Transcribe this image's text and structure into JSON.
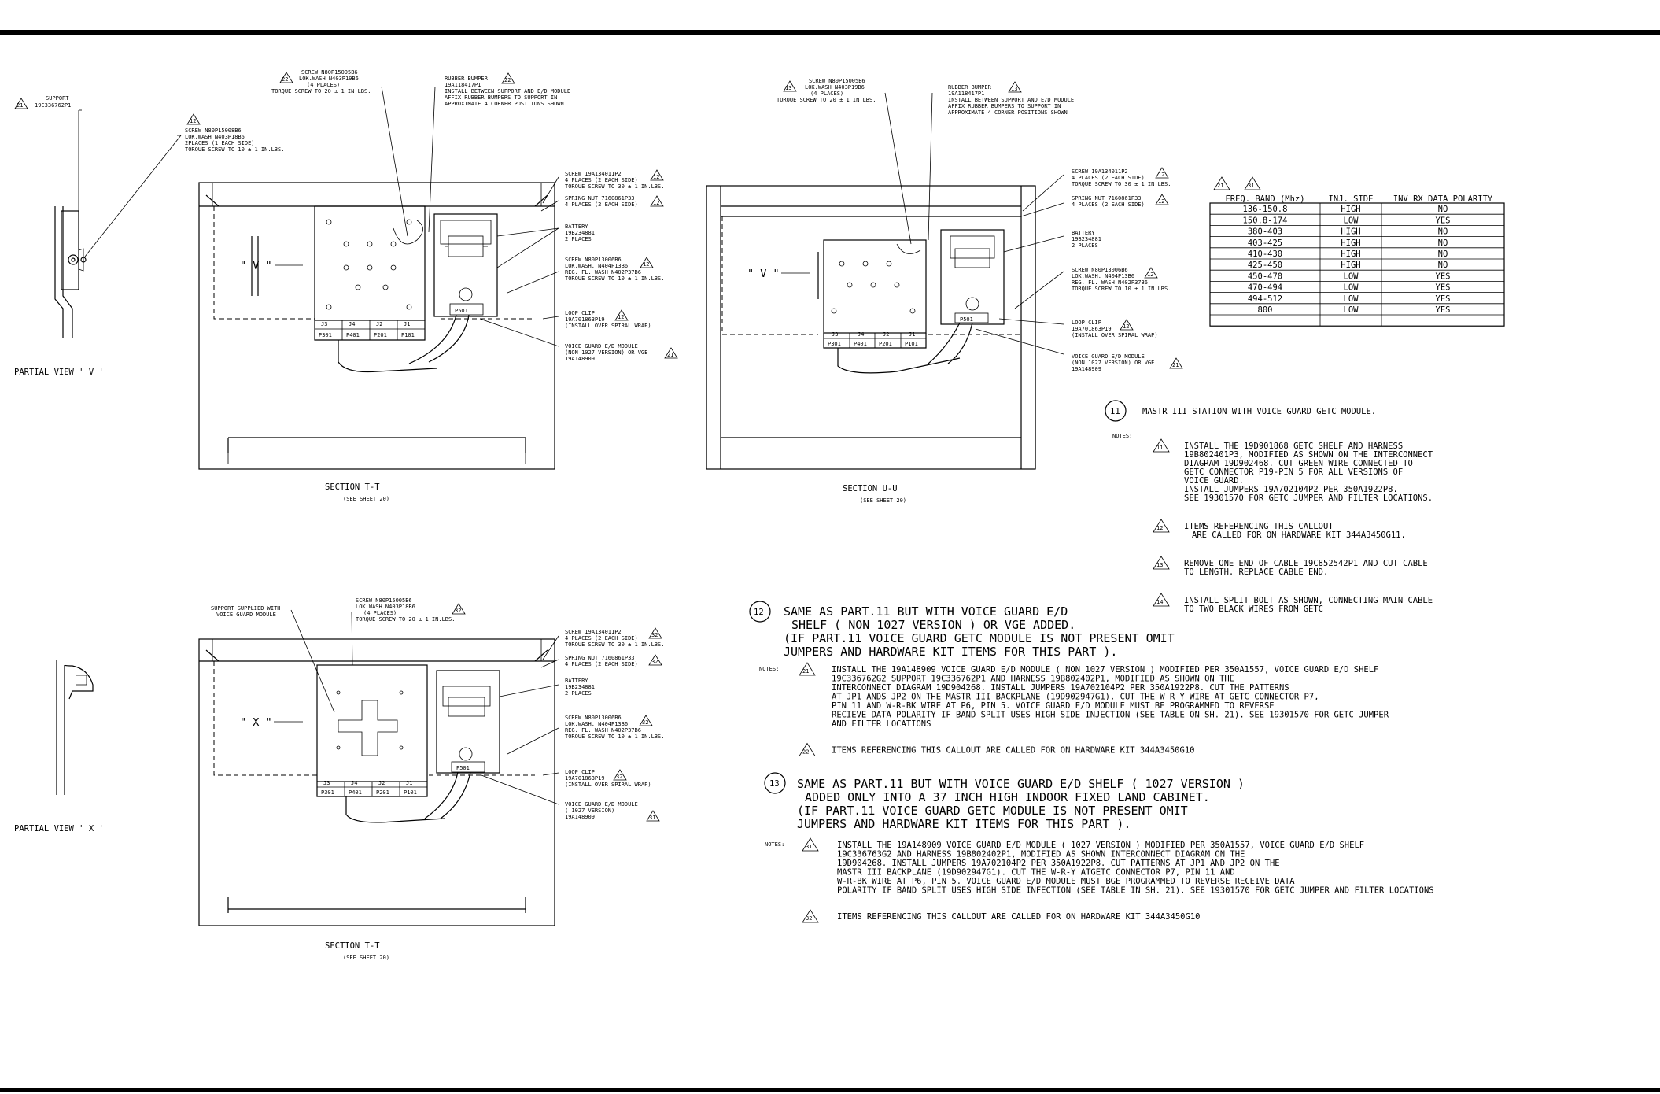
{
  "partial_view_v": {
    "label": "PARTIAL VIEW ' V '",
    "support": [
      "SUPPORT",
      "19C336762P1"
    ],
    "support_tri": "21",
    "screw_tri": "12",
    "screw": [
      "SCREW N80P15008B6",
      "LOK.WASH N403P18B6",
      "2PLACES (1 EACH SIDE)",
      "TORQUE SCREW TO 10 ± 1 IN.LBS."
    ]
  },
  "partial_view_x": {
    "label": "PARTIAL VIEW ' X '"
  },
  "section_tt_top": {
    "title": "SECTION T-T",
    "subtitle": "(SEE SHEET 20)",
    "view_label": "\" V \"",
    "screw_top": [
      "SCREW N80P15005B6",
      "LOK.WASH N403P19B6",
      "(4 PLACES)",
      "TORQUE SCREW TO 20 ± 1 IN.LBS."
    ],
    "screw_top_tri": "22",
    "bumper": [
      "RUBBER BUMPER",
      "19A118417P1",
      "INSTALL BETWEEN SUPPORT AND E/D MODULE",
      "AFFIX RUBBER BUMPERS TO SUPPORT IN",
      "APPROXIMATE 4 CORNER POSITIONS SHOWN"
    ],
    "bumper_tri": "22",
    "right_callouts": [
      {
        "lines": [
          "SCREW 19A134011P2",
          "4 PLACES (2 EACH SIDE)",
          "TORQUE SCREW TO 30 ± 1 IN.LBS."
        ],
        "tri": "12"
      },
      {
        "lines": [
          "SPRING NUT 7160861P33",
          "4 PLACES (2 EACH SIDE)"
        ],
        "tri": "12"
      },
      {
        "lines": [
          "BATTERY",
          "19B234881",
          "2 PLACES"
        ],
        "tri": ""
      },
      {
        "lines": [
          "SCREW N80P13006B6",
          "LOK.WASH. N404P13B6",
          "REG. FL. WASH N402P37B6",
          "TORQUE SCREW TO 10 ± 1 IN.LBS."
        ],
        "tri": "12"
      },
      {
        "lines": [
          "LOOP CLIP",
          "19A701863P19",
          "(INSTALL OVER SPIRAL WRAP)"
        ],
        "tri": "12"
      },
      {
        "lines": [
          "VOICE GUARD E/D MODULE",
          "(NON 1027 VERSION) OR VGE",
          "19A148909"
        ],
        "tri": "21"
      }
    ],
    "connectors": [
      "J3",
      "J4",
      "J2",
      "J1"
    ],
    "plugs": [
      "P301",
      "P401",
      "P201",
      "P101"
    ],
    "p501": "P501"
  },
  "section_uu": {
    "title": "SECTION U-U",
    "subtitle": "(SEE SHEET 20)",
    "view_label": "\" V \"",
    "screw_top": [
      "SCREW N80P15005B6",
      "LOK.WASH N403P19B6",
      "(4 PLACES)",
      "TORQUE SCREW TO 20 ± 1 IN.LBS."
    ],
    "screw_top_tri": "13",
    "bumper": [
      "RUBBER BUMPER",
      "19A118417P1",
      "INSTALL BETWEEN SUPPORT AND E/D MODULE",
      "AFFIX RUBBER BUMPERS TO SUPPORT IN",
      "APPROXIMATE 4 CORNER POSITIONS SHOWN"
    ],
    "bumper_tri": "13",
    "right_callouts": [
      {
        "lines": [
          "SCREW 19A134011P2",
          "4 PLACES (2 EACH SIDE)",
          "TORQUE SCREW TO 30 ± 1 IN.LBS."
        ],
        "tri": "12"
      },
      {
        "lines": [
          "SPRING NUT 7160861P33",
          "4 PLACES (2 EACH SIDE)"
        ],
        "tri": "12"
      },
      {
        "lines": [
          "BATTERY",
          "19B234881",
          "2 PLACES"
        ],
        "tri": ""
      },
      {
        "lines": [
          "SCREW N80P13006B6",
          "LOK.WASH. N404P13B6",
          "REG. FL. WASH N402P37B6",
          "TORQUE SCREW TO 10 ± 1 IN.LBS."
        ],
        "tri": "12"
      },
      {
        "lines": [
          "LOOP CLIP",
          "19A701863P19",
          "(INSTALL OVER SPIRAL WRAP)"
        ],
        "tri": "12"
      },
      {
        "lines": [
          "VOICE GUARD E/D MODULE",
          "(NON 1027 VERSION) OR VGE",
          "19A148909"
        ],
        "tri": "21"
      }
    ],
    "connectors": [
      "J3",
      "J4",
      "J2",
      "J1"
    ],
    "plugs": [
      "P301",
      "P401",
      "P201",
      "P101"
    ],
    "p501": "P501"
  },
  "section_tt_bottom": {
    "title": "SECTION T-T",
    "subtitle": "(SEE SHEET 20)",
    "view_label": "\" X \"",
    "support_note": [
      "SUPPORT SUPPLIED WITH",
      "VOICE GUARD MODULE"
    ],
    "screw_top": [
      "SCREW N80P15005B6",
      "LOK.WASH.N403P18B6",
      "(4 PLACES)",
      "TORQUE SCREW TO 20 ± 1 IN.LBS."
    ],
    "screw_top_tri": "32",
    "right_callouts": [
      {
        "lines": [
          "SCREW 19A134011P2",
          "4 PLACES (2 EACH SIDE)",
          "TORQUE SCREW TO 30 ± 1 IN.LBS."
        ],
        "tri": "32"
      },
      {
        "lines": [
          "SPRING NUT 7160861P33",
          "4 PLACES (2 EACH SIDE)"
        ],
        "tri": "32"
      },
      {
        "lines": [
          "BATTERY",
          "19B234881",
          "2 PLACES"
        ],
        "tri": ""
      },
      {
        "lines": [
          "SCREW N80P13006B6",
          "LOK.WASH. N404P13B6",
          "REG. FL. WASH N402P37B6",
          "TORQUE SCREW TO 10 ± 1 IN.LBS."
        ],
        "tri": "32"
      },
      {
        "lines": [
          "LOOP CLIP",
          "19A701863P19",
          "(INSTALL OVER SPIRAL WRAP)"
        ],
        "tri": "32"
      },
      {
        "lines": [
          "VOICE GUARD E/D MODULE",
          "( 1027 VERSION)",
          "19A148909"
        ],
        "tri": "31"
      }
    ],
    "connectors": [
      "J3",
      "J4",
      "J2",
      "J1"
    ],
    "plugs": [
      "P301",
      "P401",
      "P201",
      "P101"
    ],
    "p501": "P501"
  },
  "freq_table": {
    "tri_labels": [
      "21",
      "31"
    ],
    "headers": [
      "FREQ. BAND (Mhz)",
      "INJ. SIDE",
      "INV RX DATA POLARITY"
    ],
    "rows": [
      [
        "136-150.8",
        "HIGH",
        "NO"
      ],
      [
        "150.8-174",
        "LOW",
        "YES"
      ],
      [
        "380-403",
        "HIGH",
        "NO"
      ],
      [
        "403-425",
        "HIGH",
        "NO"
      ],
      [
        "410-430",
        "HIGH",
        "NO"
      ],
      [
        "425-450",
        "HIGH",
        "NO"
      ],
      [
        "450-470",
        "LOW",
        "YES"
      ],
      [
        "470-494",
        "LOW",
        "YES"
      ],
      [
        "494-512",
        "LOW",
        "YES"
      ],
      [
        "800",
        "LOW",
        "YES"
      ]
    ]
  },
  "part11": {
    "num": "11",
    "title": "MASTR III STATION WITH VOICE GUARD GETC MODULE.",
    "notes_label": "NOTES:",
    "notes": [
      {
        "tri": "11",
        "lines": [
          "INSTALL THE 19D901868 GETC SHELF AND HARNESS",
          "19B802401P3, MODIFIED AS SHOWN ON THE INTERCONNECT",
          "DIAGRAM 19D902468. CUT GREEN WIRE CONNECTED TO",
          "GETC CONNECTOR P19-PIN 5 FOR ALL VERSIONS OF",
          "VOICE GUARD.",
          "INSTALL JUMPERS 19A702104P2 PER 350A1922P8.",
          "SEE 19301570 FOR GETC JUMPER AND FILTER LOCATIONS."
        ]
      },
      {
        "tri": "12",
        "lines": [
          "ITEMS REFERENCING THIS CALLOUT",
          "ARE CALLED FOR ON HARDWARE KIT 344A3450G11."
        ]
      },
      {
        "tri": "13",
        "lines": [
          "REMOVE ONE END OF CABLE 19C852542P1 AND CUT CABLE",
          "TO LENGTH. REPLACE CABLE END."
        ]
      },
      {
        "tri": "14",
        "lines": [
          "INSTALL SPLIT BOLT AS SHOWN, CONNECTING MAIN CABLE",
          "TO TWO BLACK WIRES FROM GETC"
        ]
      }
    ]
  },
  "part12": {
    "num": "12",
    "lines": [
      "SAME AS PART.11 BUT WITH VOICE GUARD E/D",
      "SHELF ( NON 1027 VERSION ) OR VGE ADDED.",
      "(IF PART.11 VOICE GUARD GETC MODULE IS NOT PRESENT OMIT",
      "JUMPERS AND HARDWARE KIT ITEMS FOR THIS PART )."
    ],
    "notes_label": "NOTES:",
    "notes": [
      {
        "tri": "21",
        "lines": [
          "INSTALL THE 19A148909 VOICE GUARD E/D MODULE ( NON 1027 VERSION ) MODIFIED PER 350A1557, VOICE GUARD E/D SHELF",
          "19C336762G2 SUPPORT 19C336762P1 AND HARNESS 19B802402P1, MODIFIED AS SHOWN ON THE",
          "INTERCONNECT DIAGRAM 19D904268. INSTALL JUMPERS 19A702104P2 PER 350A1922P8. CUT THE PATTERNS",
          "AT JP1 ANDS JP2 ON THE MASTR III BACKPLANE (19D902947G1). CUT THE W-R-Y WIRE AT GETC CONNECTOR P7,",
          "PIN 11 AND W-R-BK WIRE AT P6, PIN 5. VOICE GUARD E/D MODULE MUST BE PROGRAMMED TO REVERSE",
          "RECIEVE DATA POLARITY IF BAND SPLIT USES HIGH SIDE INJECTION (SEE TABLE ON SH. 21). SEE 19301570 FOR GETC JUMPER",
          "AND FILTER LOCATIONS"
        ]
      },
      {
        "tri": "22",
        "lines": [
          "ITEMS REFERENCING THIS CALLOUT ARE CALLED FOR ON HARDWARE KIT 344A3450G10"
        ]
      }
    ]
  },
  "part13": {
    "num": "13",
    "lines": [
      "SAME AS PART.11 BUT WITH VOICE GUARD E/D SHELF ( 1027 VERSION )",
      "ADDED ONLY INTO A 37 INCH HIGH INDOOR FIXED LAND CABINET.",
      "(IF PART.11 VOICE GUARD GETC MODULE IS NOT PRESENT OMIT",
      "JUMPERS AND HARDWARE KIT ITEMS FOR THIS PART )."
    ],
    "notes_label": "NOTES:",
    "notes": [
      {
        "tri": "31",
        "lines": [
          "INSTALL THE 19A148909 VOICE GUARD E/D MODULE ( 1027 VERSION ) MODIFIED PER 350A1557, VOICE GUARD E/D SHELF",
          "19C336763G2 AND HARNESS 19B802402P1, MODIFIED AS SHOWN INTERCONNECT DIAGRAM ON THE",
          "19D904268. INSTALL JUMPERS 19A702104P2 PER 350A1922P8. CUT PATTERNS AT JP1 AND JP2 ON THE",
          "MASTR III BACKPLANE (19D902947G1). CUT THE W-R-Y ATGETC CONNECTOR P7, PIN 11 AND",
          "W-R-BK WIRE AT P6, PIN 5. VOICE GUARD E/D MODULE MUST BGE PROGRAMMED TO REVERSE RECEIVE DATA",
          "POLARITY IF BAND SPLIT USES HIGH SIDE INFECTION (SEE TABLE IN SH. 21). SEE 19301570 FOR GETC JUMPER AND FILTER LOCATIONS"
        ]
      },
      {
        "tri": "32",
        "lines": [
          "ITEMS REFERENCING THIS CALLOUT ARE CALLED FOR ON HARDWARE KIT 344A3450G10"
        ]
      }
    ]
  }
}
